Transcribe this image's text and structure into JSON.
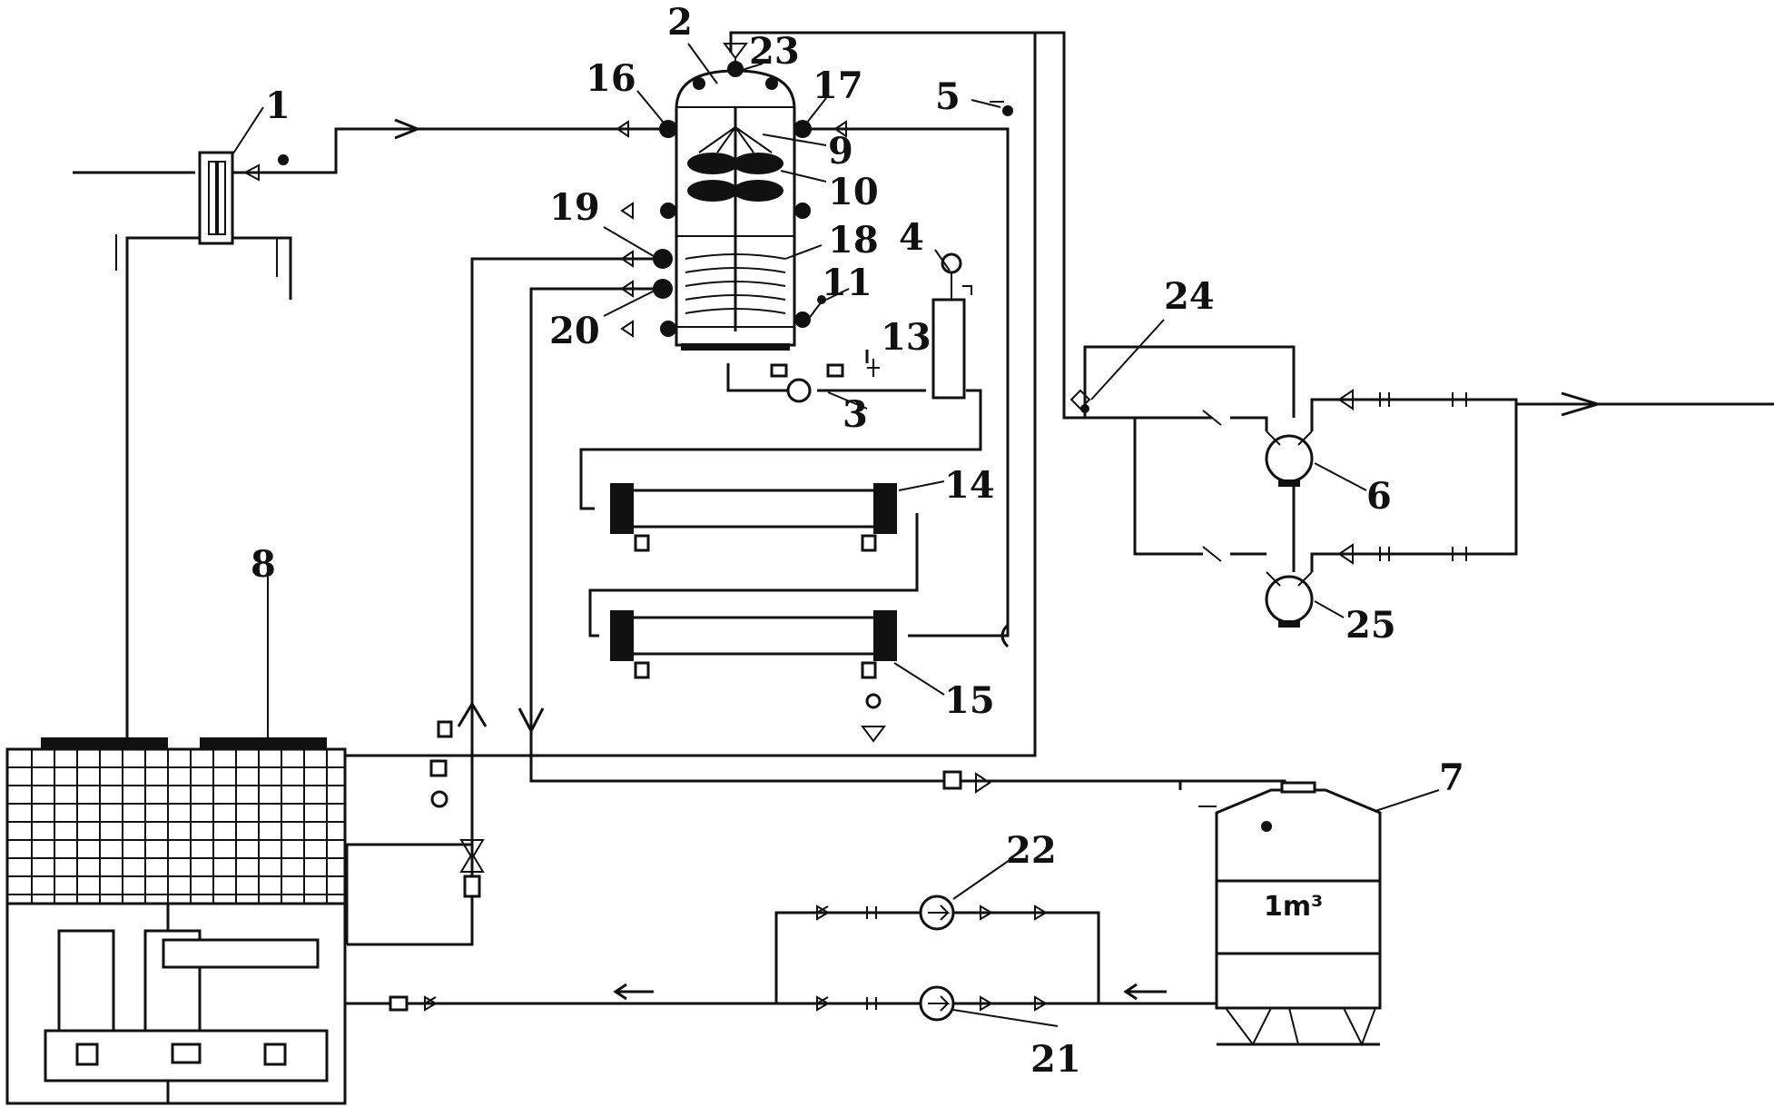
{
  "labels": {
    "l1": "1",
    "l2": "2",
    "l3": "3",
    "l4": "4",
    "l5": "5",
    "l6": "6",
    "l7": "7",
    "l8": "8",
    "l9": "9",
    "l10": "10",
    "l11": "11",
    "l13": "13",
    "l14": "14",
    "l15": "15",
    "l16": "16",
    "l17": "17",
    "l18": "18",
    "l19": "19",
    "l20": "20",
    "l21": "21",
    "l22": "22",
    "l23": "23",
    "l24": "24",
    "l25": "25"
  },
  "tank_capacity": "1m³",
  "colors": {
    "line": "#111111",
    "background": "#ffffff"
  }
}
